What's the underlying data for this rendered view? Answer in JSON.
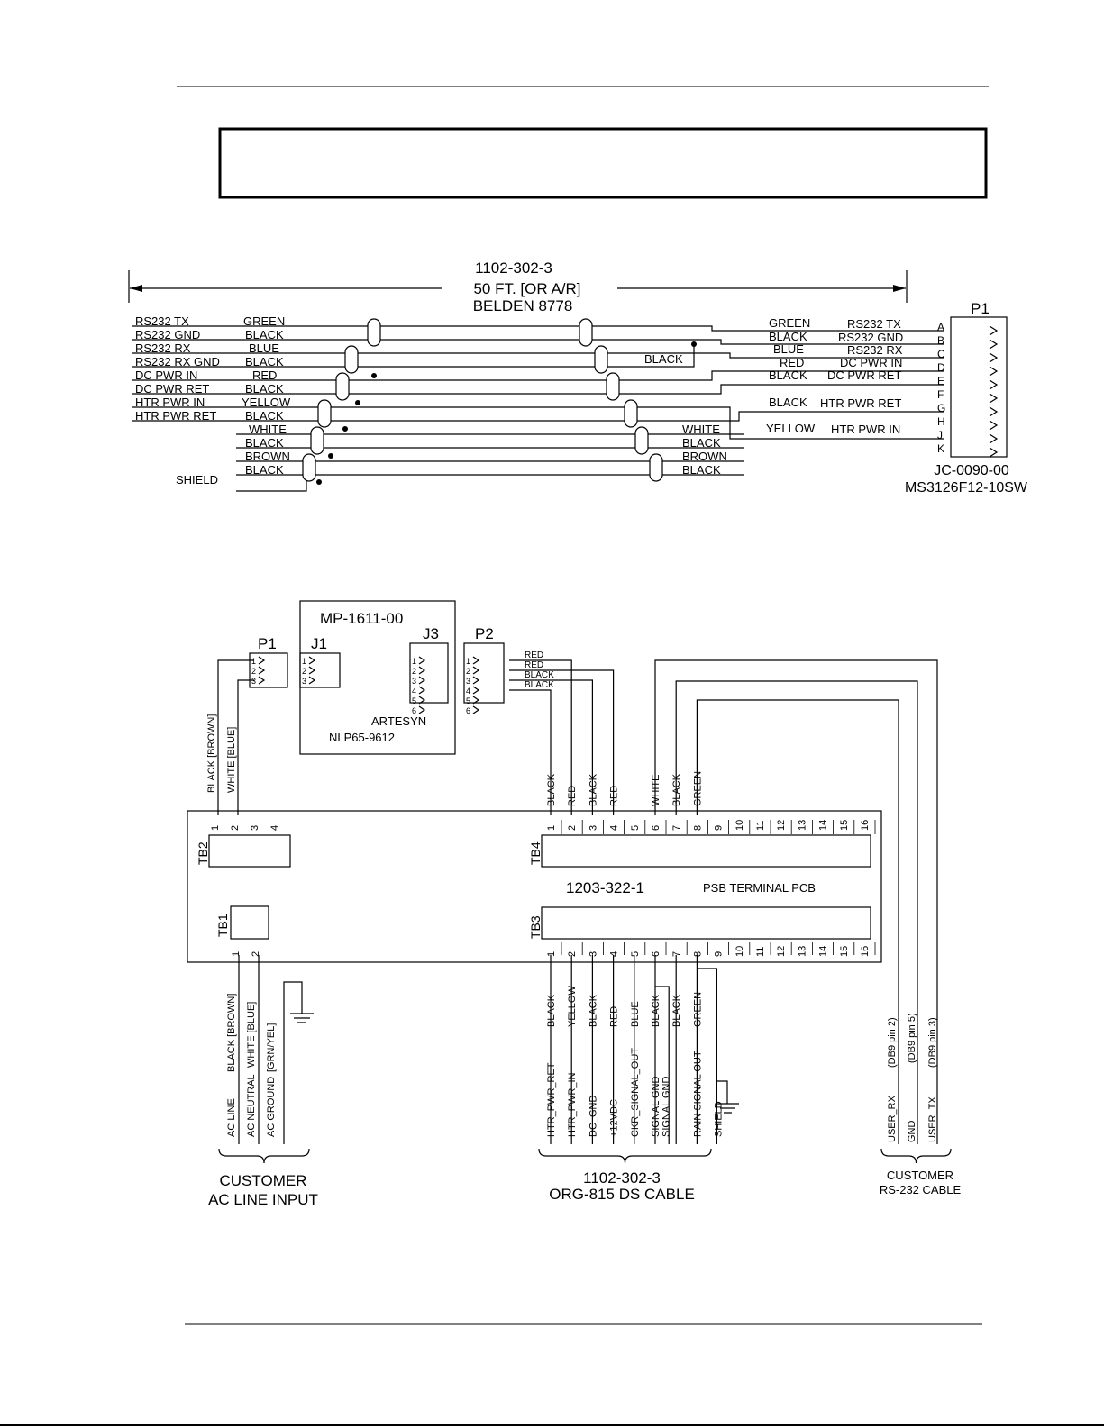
{
  "cable": {
    "part_number": "1102-302-3",
    "length": "50 FT. [OR A/R]",
    "cable_type": "BELDEN 8778",
    "connector_name": "P1",
    "connector_part": "JC-0090-00",
    "connector_mil": "MS3126F12-10SW",
    "left_signals": [
      "RS232 TX",
      "RS232 GND",
      "RS232 RX",
      "RS232 RX GND",
      "DC PWR IN",
      "DC PWR RET",
      "HTR PWR IN",
      "HTR PWR RET"
    ],
    "left_colors": [
      "GREEN",
      "BLACK",
      "BLUE",
      "BLACK",
      "RED",
      "BLACK",
      "YELLOW",
      "BLACK",
      "WHITE",
      "BLACK",
      "BROWN",
      "BLACK"
    ],
    "shield_label": "SHIELD",
    "jumper_color": "BLACK",
    "right_colors_top": [
      "GREEN",
      "BLACK",
      "BLUE",
      "RED",
      "BLACK",
      "BLACK",
      "YELLOW"
    ],
    "right_colors_bottom": [
      "WHITE",
      "BLACK",
      "BROWN",
      "BLACK"
    ],
    "right_signals": [
      "RS232 TX",
      "RS232 GND",
      "RS232 RX",
      "DC PWR IN",
      "DC PWR RET",
      "HTR PWR RET",
      "HTR PWR IN"
    ],
    "pins": [
      "A",
      "B",
      "C",
      "D",
      "E",
      "F",
      "G",
      "H",
      "J",
      "K"
    ]
  },
  "pcb": {
    "supply_part": "MP-1611-00",
    "supply_make": "ARTESYN",
    "supply_model": "NLP65-9612",
    "p1_label": "P1",
    "j1_label": "J1",
    "j3_label": "J3",
    "p2_label": "P2",
    "board_part": "1203-322-1",
    "board_name": "PSB TERMINAL PCB",
    "tb1": "TB1",
    "tb2": "TB2",
    "tb3": "TB3",
    "tb4": "TB4",
    "p2_colors": [
      "RED",
      "RED",
      "BLACK",
      "BLACK"
    ],
    "tb2_wires": [
      "BLACK [BROWN]",
      "WHITE [BLUE]"
    ],
    "tb4_wires": [
      "BLACK",
      "RED",
      "BLACK",
      "RED",
      "WHITE",
      "BLACK",
      "GREEN"
    ],
    "tb3_colors": [
      "BLACK",
      "YELLOW",
      "BLACK",
      "RED",
      "BLUE",
      "BLACK",
      "BLACK",
      "GREEN"
    ],
    "tb3_signals": [
      "HTR_PWR_RET",
      "HTR_PWR_IN",
      "DC_GND",
      "+12VDC",
      "CKR_SIGNAL_OUT",
      "SIGNAL GND",
      "SIGNAL GND",
      "RAIN SIGNAL OUT",
      "SHIELD"
    ],
    "ac_labels": [
      "AC LINE",
      "BLACK [BROWN]",
      "AC NEUTRAL",
      "WHITE [BLUE]",
      "AC GROUND",
      "[GRN/YEL]"
    ],
    "rs232_labels": [
      "USER_RX",
      "(DB9 pin 2)",
      "GND",
      "(DB9 pin 5)",
      "USER_TX",
      "(DB9 pin 3)"
    ],
    "customer_ac_1": "CUSTOMER",
    "customer_ac_2": "AC LINE INPUT",
    "ds_cable_1": "1102-302-3",
    "ds_cable_2": "ORG-815 DS CABLE",
    "customer_rs_1": "CUSTOMER",
    "customer_rs_2": "RS-232 CABLE"
  }
}
